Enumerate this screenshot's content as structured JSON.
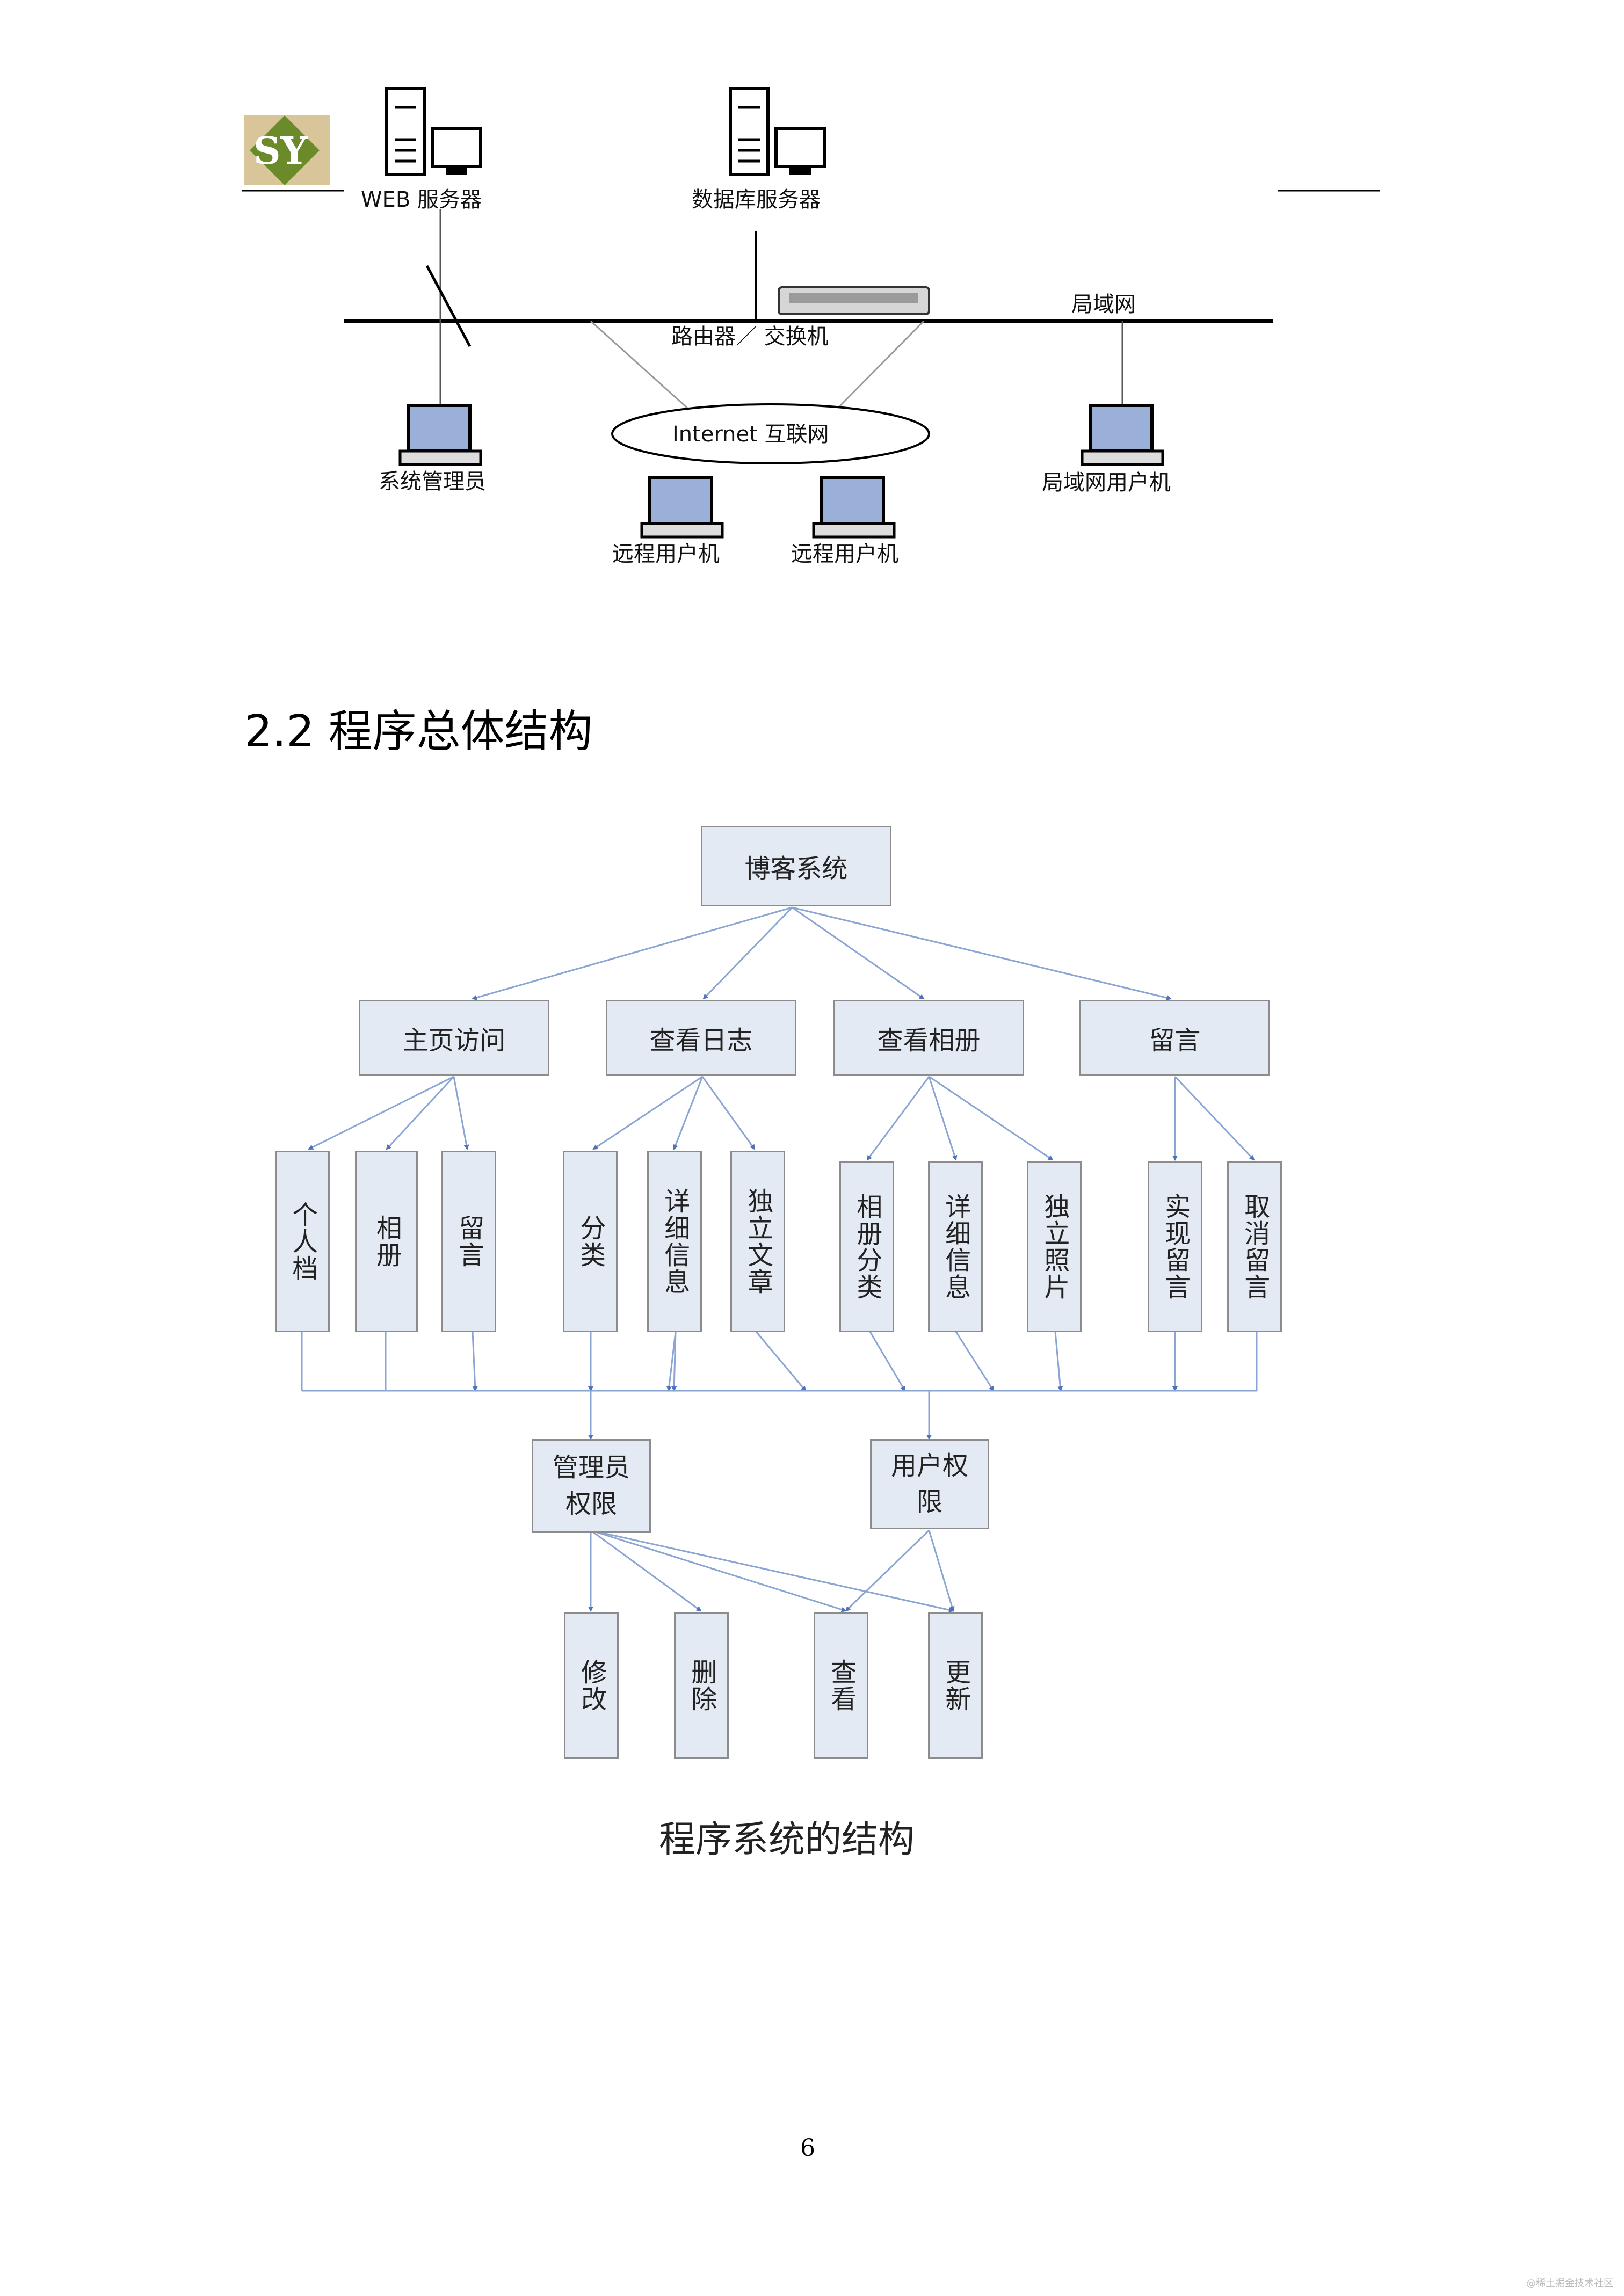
{
  "header": {
    "logo_text": "SY"
  },
  "network": {
    "web_server": "WEB 服务器",
    "db_server": "数据库服务器",
    "lan": "局域网",
    "router": "路由器／ 交换机",
    "internet": "Internet 互联网",
    "admin": "系统管理员",
    "lan_user": "局域网用户机",
    "remote_user_1": "远程用户机",
    "remote_user_2": "远程用户机"
  },
  "section": {
    "title": "2.2 程序总体结构"
  },
  "structure": {
    "root": "博客系统",
    "level1": [
      "主页访问",
      "查看日志",
      "查看相册",
      "留言"
    ],
    "leaves": [
      "个人档",
      "相册",
      "留言",
      "分类",
      "详细信息",
      "独立文章",
      "相册分类",
      "详细信息",
      "独立照片",
      "实现留言",
      "取消留言"
    ],
    "roles": [
      "管理员权限",
      "用户权限"
    ],
    "actions": [
      "修改",
      "删除",
      "查看",
      "更新"
    ]
  },
  "caption": "程序系统的结构",
  "page_number": "6",
  "watermark": "@稀土掘金技术社区"
}
